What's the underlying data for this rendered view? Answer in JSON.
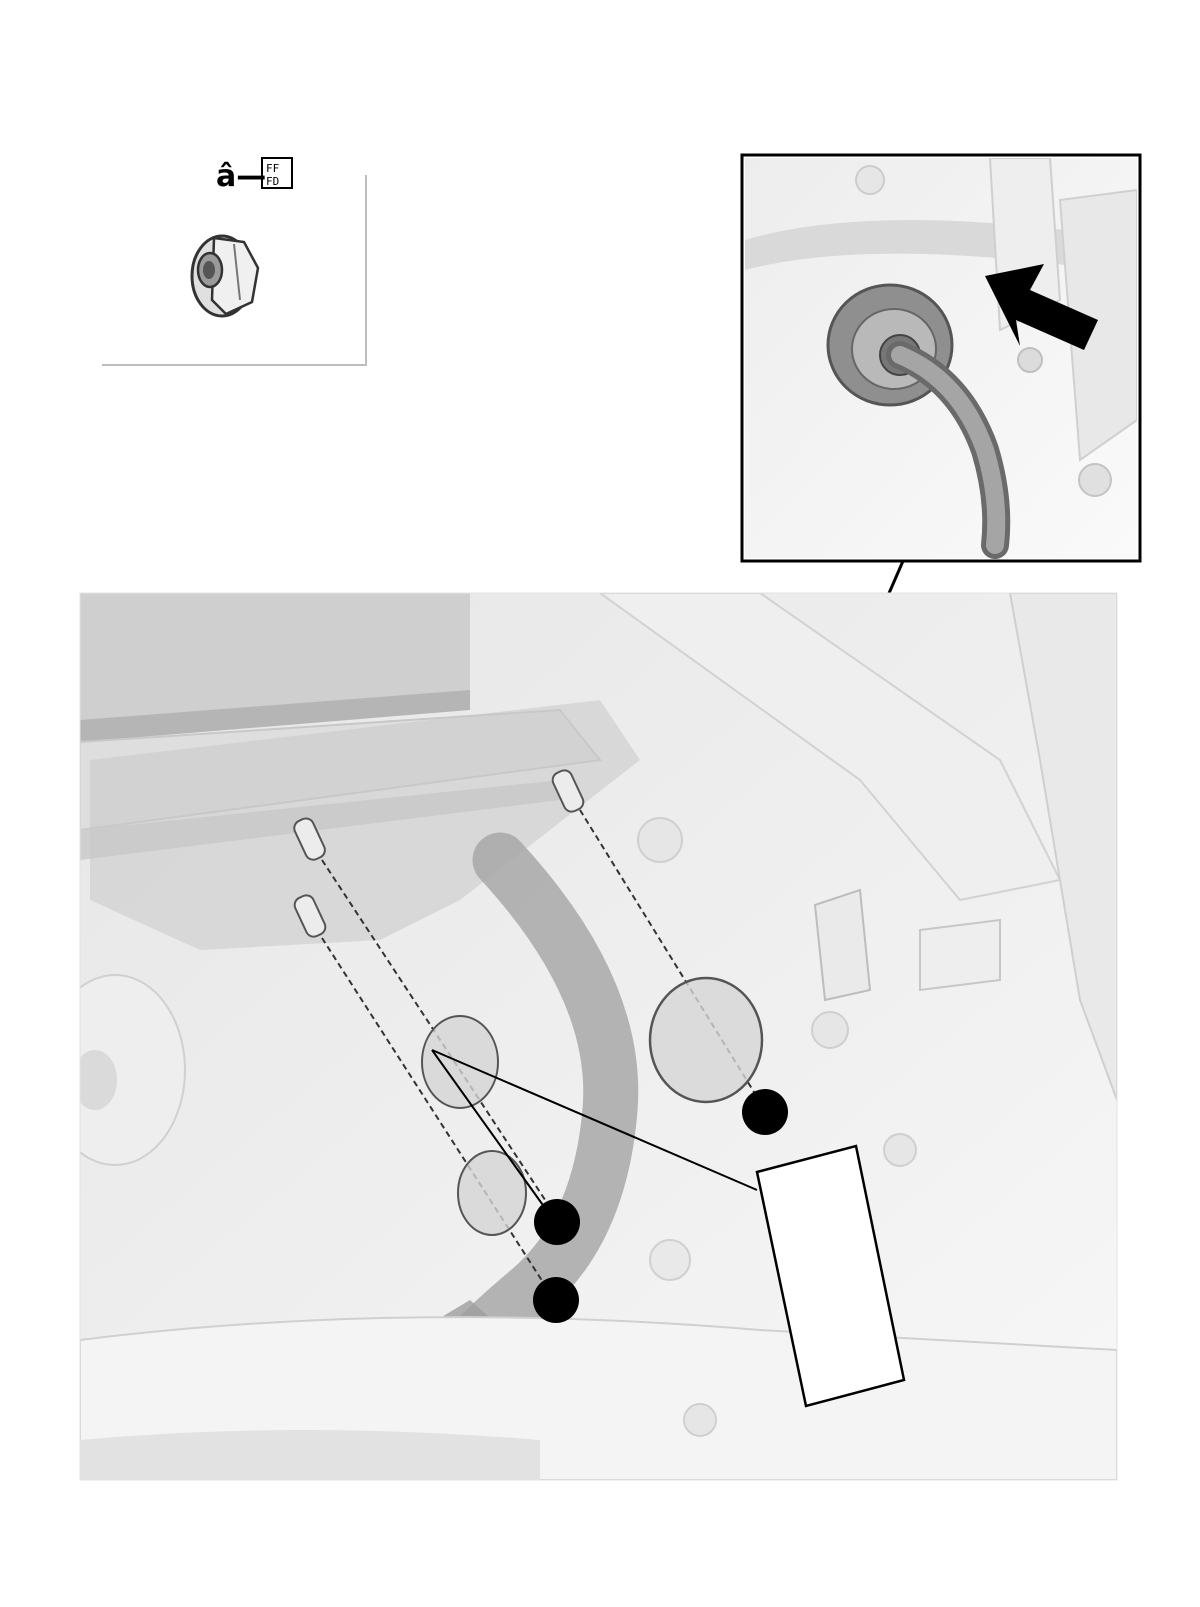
{
  "legend": {
    "symbol_text": "â—",
    "icon": "flange-nut-icon"
  },
  "callouts": {
    "count": 3,
    "style": "black-dot"
  },
  "inset": {
    "icon": "arrow-icon",
    "subject": "grommet-icon"
  },
  "label_box": {
    "text": ""
  },
  "colors": {
    "line": "#000000",
    "dot": "#000000",
    "panel_light": "#f2f2f2",
    "panel_mid": "#d9d9d9",
    "harness": "#a8a8a8"
  }
}
